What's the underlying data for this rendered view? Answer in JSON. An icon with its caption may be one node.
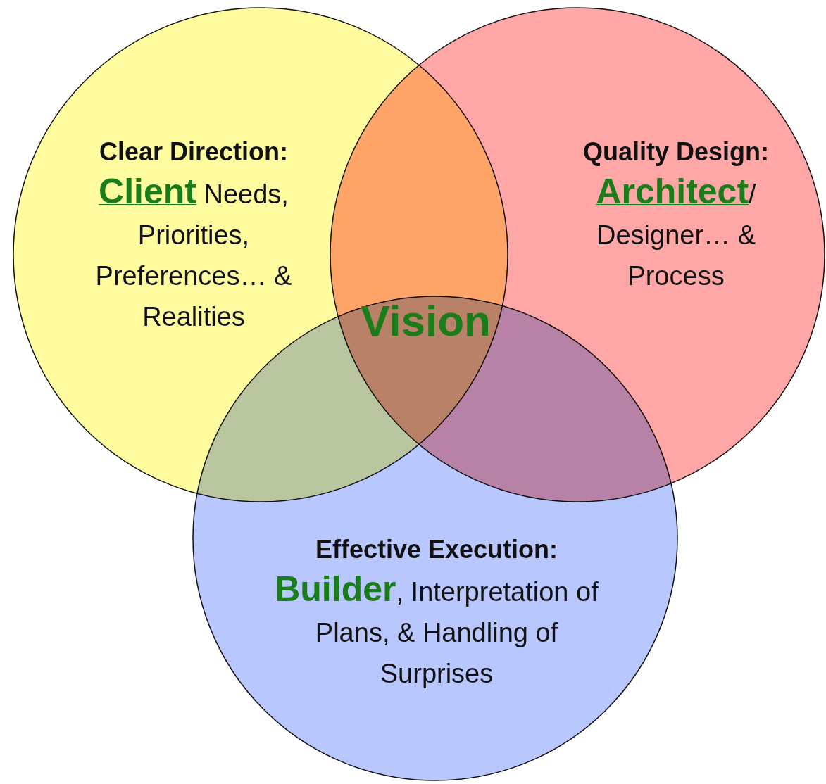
{
  "diagram": {
    "nodes": [
      {
        "text": [
          "Clear Direction:",
          "**Client** Needs, Priorities, Preferences… & Realities"
        ]
      },
      {
        "text": [
          "Quality Design:",
          "**Architect**/ Designer… & Process"
        ]
      },
      {
        "text": [
          "Effective Execution:",
          "**Builder**, Interpretation of Plans, & Handling of Surprises"
        ]
      }
    ],
    "labels": [
      "Vision"
    ]
  }
}
